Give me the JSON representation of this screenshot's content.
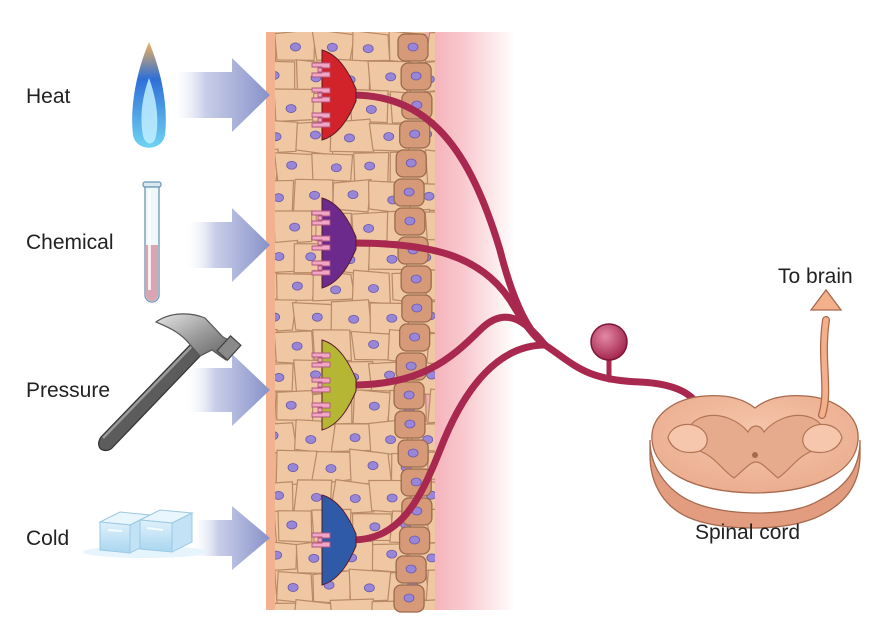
{
  "stimuli": [
    {
      "label": "Heat",
      "icon": "flame-icon"
    },
    {
      "label": "Chemical",
      "icon": "test-tube-icon"
    },
    {
      "label": "Pressure",
      "icon": "hammer-icon"
    },
    {
      "label": "Cold",
      "icon": "ice-cubes-icon"
    }
  ],
  "spinal_cord_label": "Spinal cord",
  "to_brain_label": "To brain",
  "colors": {
    "heat_receptor": "#d2232a",
    "chemical_receptor": "#6b2a8c",
    "pressure_receptor": "#b5b634",
    "cold_receptor": "#2e5aa8",
    "nerve": "#a8284f",
    "arrow": "#8a96cc",
    "skin_cell": "#efc7a3",
    "cell_nucleus": "#9a86d8",
    "dermis": "#f6c3c8",
    "basal_cell": "#d69a78",
    "ascending_tract": "#f4b08a"
  }
}
